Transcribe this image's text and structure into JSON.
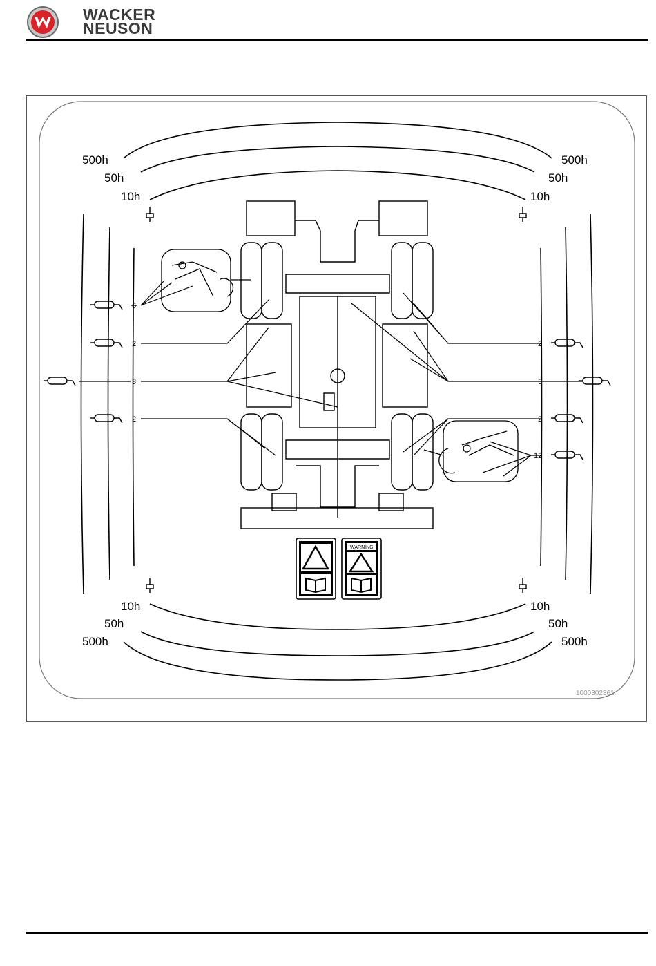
{
  "header": {
    "brand_line1": "WACKER",
    "brand_line2": "NEUSON",
    "logo_icon": "wacker-neuson-logo-icon"
  },
  "diagram": {
    "intervals": [
      "500h",
      "50h",
      "10h"
    ],
    "callouts": {
      "grease_left_upper": "6",
      "left_2_top": "2",
      "left_3": "3",
      "left_2_bottom": "2",
      "right_2_top": "2",
      "right_3": "3",
      "right_2_bottom": "2",
      "right_12": "12"
    },
    "warning_label": "WARNING",
    "drawing_id": "1000302361",
    "icons": [
      "grease-gun-icon",
      "grease-nipple-icon",
      "warning-triangle-icon",
      "manual-book-icon"
    ]
  }
}
